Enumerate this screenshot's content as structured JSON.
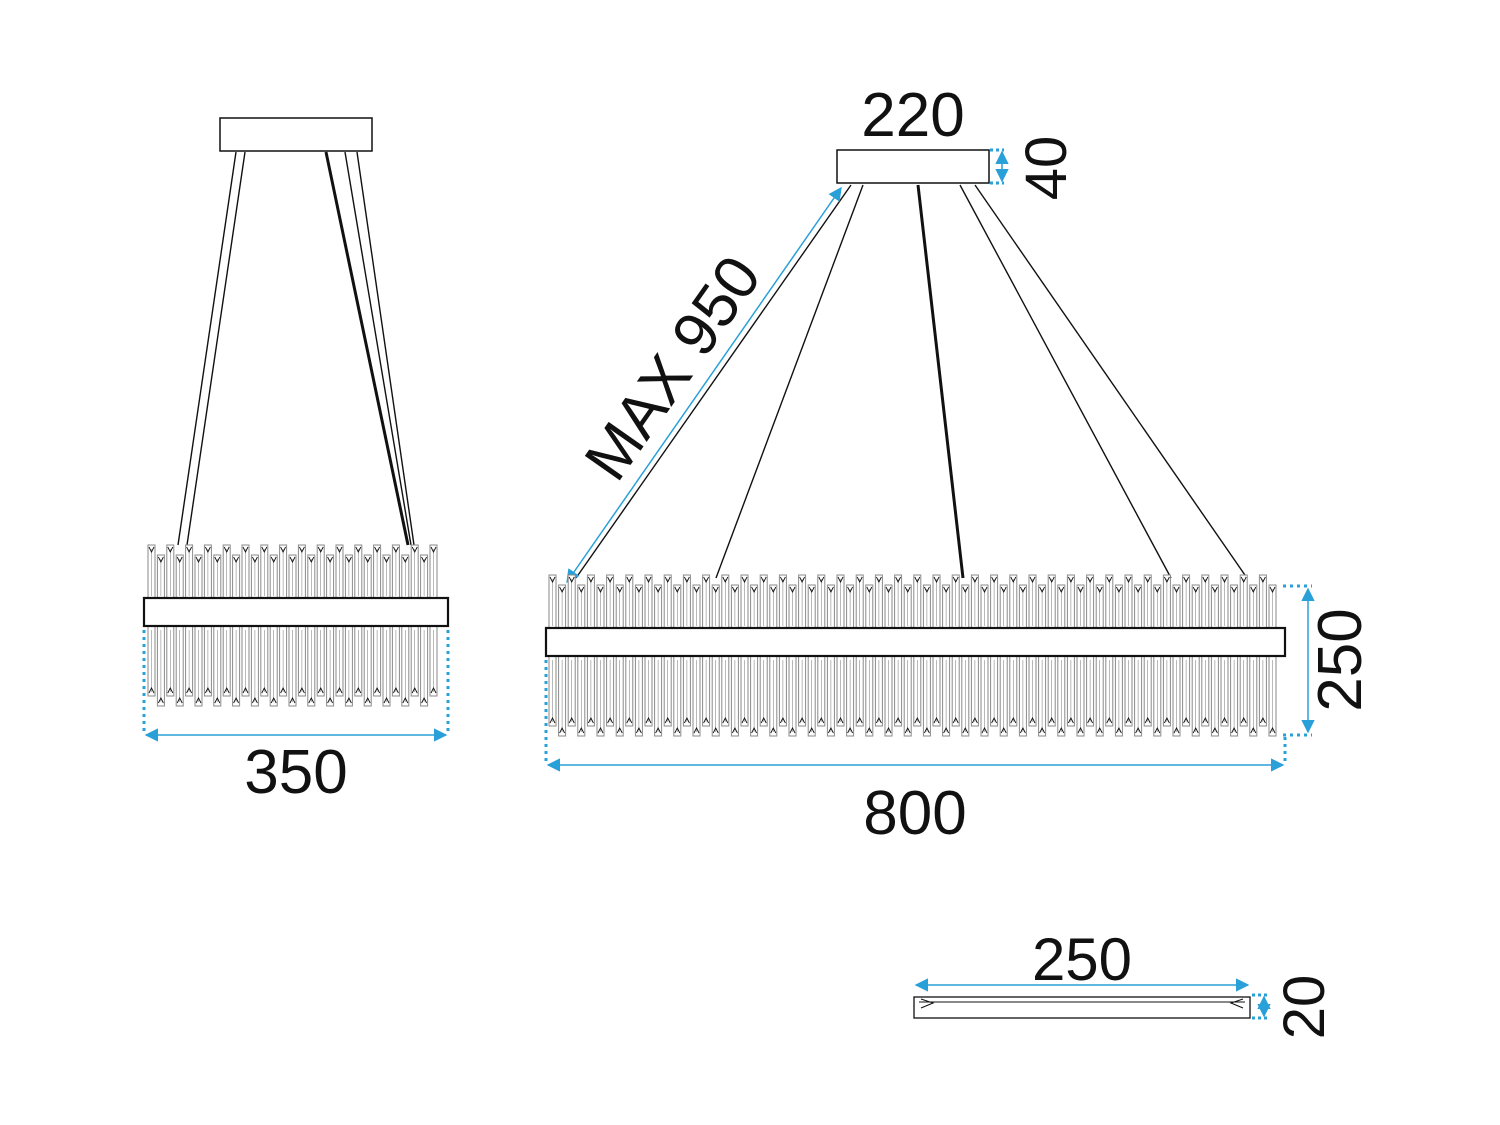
{
  "colors": {
    "line": "#111111",
    "dimension": "#2aa0d8",
    "crystal": "#8a8a8a",
    "background": "#ffffff"
  },
  "side_view": {
    "width_label": "350"
  },
  "front_view": {
    "canopy_width_label": "220",
    "canopy_height_label": "40",
    "cable_length_label": "MAX 950",
    "body_height_label": "250",
    "body_width_label": "800"
  },
  "crystal_detail": {
    "length_label": "250",
    "thickness_label": "20"
  }
}
